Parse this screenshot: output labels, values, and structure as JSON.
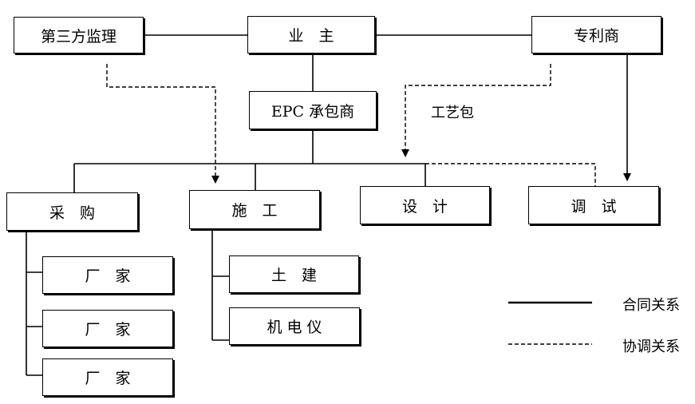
{
  "nodes": {
    "owner": "业　主",
    "supervisor": "第三方监理",
    "patentee": "专利商",
    "epc": "EPC 承包商",
    "procurement": "采　购",
    "construction": "施　工",
    "design": "设　计",
    "commissioning": "调　试",
    "vendor1": "厂　家",
    "vendor2": "厂　家",
    "vendor3": "厂　家",
    "civil": "土　建",
    "mep": "机 电 仪"
  },
  "labels": {
    "process_package": "工艺包"
  },
  "legend": {
    "contract": "合同关系",
    "coordination": "协调关系"
  }
}
